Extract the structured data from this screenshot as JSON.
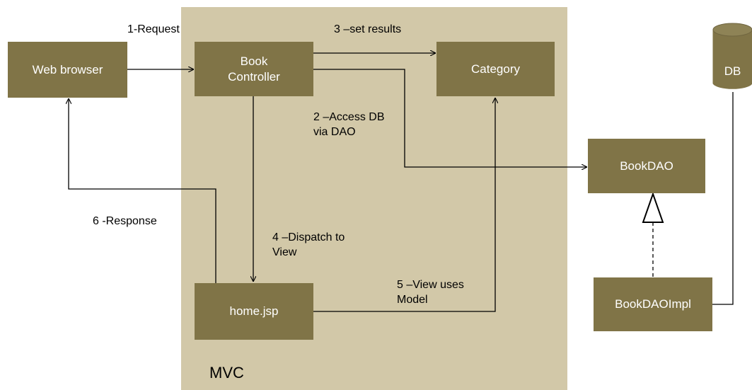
{
  "diagram": {
    "region_label": "MVC",
    "nodes": {
      "web_browser": "Web browser",
      "book_controller": "Book\nController",
      "category": "Category",
      "home_jsp": "home.jsp",
      "book_dao": "BookDAO",
      "book_dao_impl": "BookDAOImpl",
      "db": "DB"
    },
    "edges": {
      "request": "1-Request",
      "set_results": "3 –set results",
      "access_db": "2 –Access DB\nvia DAO",
      "dispatch": "4 –Dispatch to\nView",
      "view_uses_model": "5 –View uses\nModel",
      "response": "6 -Response"
    },
    "colors": {
      "node_fill": "#807447",
      "region_fill": "#d2c8a8",
      "node_text": "#ffffff",
      "line": "#000000"
    }
  }
}
